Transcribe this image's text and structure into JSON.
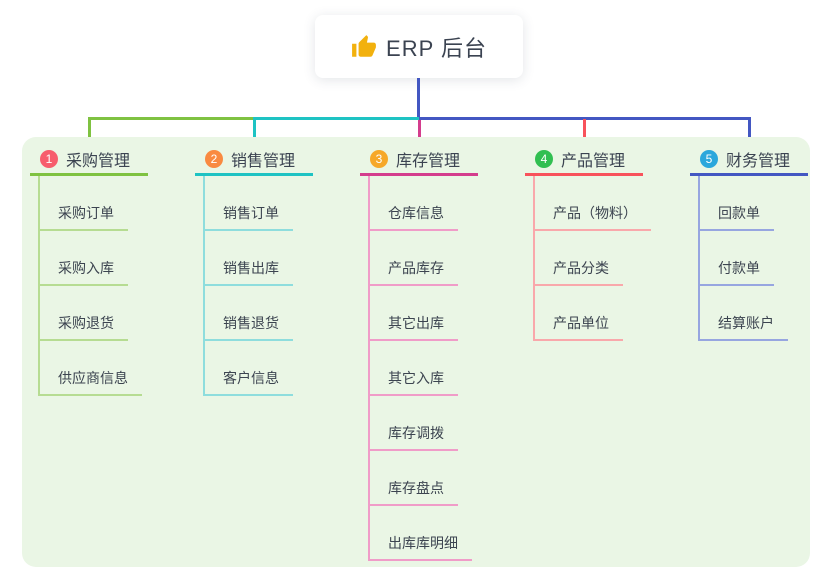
{
  "root": {
    "icon": "thumbs-up-icon",
    "label": "ERP 后台"
  },
  "theme": {
    "background": "#ffffff",
    "panel_bg": "#eaf6e5",
    "text_color": "#3b4351",
    "root_connector_color": "#4357c2",
    "thumb_icon_color": "#f2b10e"
  },
  "branches": [
    {
      "number": "1",
      "title": "采购管理",
      "badge_color": "#f75d6d",
      "line_color": "#7fc241",
      "child_line_color": "#b6dc92",
      "children": [
        "采购订单",
        "采购入库",
        "采购退货",
        "供应商信息"
      ]
    },
    {
      "number": "2",
      "title": "销售管理",
      "badge_color": "#f98a41",
      "line_color": "#1ec3c3",
      "child_line_color": "#8edddd",
      "children": [
        "销售订单",
        "销售出库",
        "销售退货",
        "客户信息"
      ]
    },
    {
      "number": "3",
      "title": "库存管理",
      "badge_color": "#f6a829",
      "line_color": "#d43d8d",
      "child_line_color": "#f09cc8",
      "children": [
        "仓库信息",
        "产品库存",
        "其它出库",
        "其它入库",
        "库存调拨",
        "库存盘点",
        "出库库明细"
      ]
    },
    {
      "number": "4",
      "title": "产品管理",
      "badge_color": "#31bf51",
      "line_color": "#f8525b",
      "child_line_color": "#f9a8ab",
      "children": [
        "产品（物料）",
        "产品分类",
        "产品单位"
      ]
    },
    {
      "number": "5",
      "title": "财务管理",
      "badge_color": "#2ba7dc",
      "line_color": "#4357c2",
      "child_line_color": "#97a6e0",
      "children": [
        "回款单",
        "付款单",
        "结算账户"
      ]
    }
  ]
}
